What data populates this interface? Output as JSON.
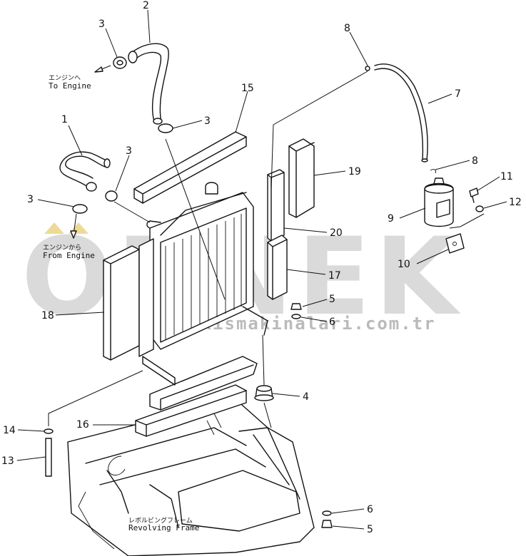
{
  "watermark": {
    "text": "ORNEK",
    "url": "www.ornekismakinalari.com.tr"
  },
  "annotations": {
    "to_engine_jp": "エンジンへ",
    "to_engine": "To Engine",
    "from_engine_jp": "エンジンから",
    "from_engine": "From Engine",
    "revolving_frame_jp": "レボルビングフレーム",
    "revolving_frame": "Revolving Frame"
  },
  "callouts": [
    {
      "id": "c1",
      "label": "1"
    },
    {
      "id": "c2",
      "label": "2"
    },
    {
      "id": "c3a",
      "label": "3"
    },
    {
      "id": "c3b",
      "label": "3"
    },
    {
      "id": "c3c",
      "label": "3"
    },
    {
      "id": "c3d",
      "label": "3"
    },
    {
      "id": "c4",
      "label": "4"
    },
    {
      "id": "c5a",
      "label": "5"
    },
    {
      "id": "c5b",
      "label": "5"
    },
    {
      "id": "c6a",
      "label": "6"
    },
    {
      "id": "c6b",
      "label": "6"
    },
    {
      "id": "c7",
      "label": "7"
    },
    {
      "id": "c8a",
      "label": "8"
    },
    {
      "id": "c8b",
      "label": "8"
    },
    {
      "id": "c9",
      "label": "9"
    },
    {
      "id": "c10",
      "label": "10"
    },
    {
      "id": "c11",
      "label": "11"
    },
    {
      "id": "c12",
      "label": "12"
    },
    {
      "id": "c13",
      "label": "13"
    },
    {
      "id": "c14",
      "label": "14"
    },
    {
      "id": "c15",
      "label": "15"
    },
    {
      "id": "c16",
      "label": "16"
    },
    {
      "id": "c17",
      "label": "17"
    },
    {
      "id": "c18",
      "label": "18"
    },
    {
      "id": "c19",
      "label": "19"
    },
    {
      "id": "c20",
      "label": "20"
    }
  ]
}
